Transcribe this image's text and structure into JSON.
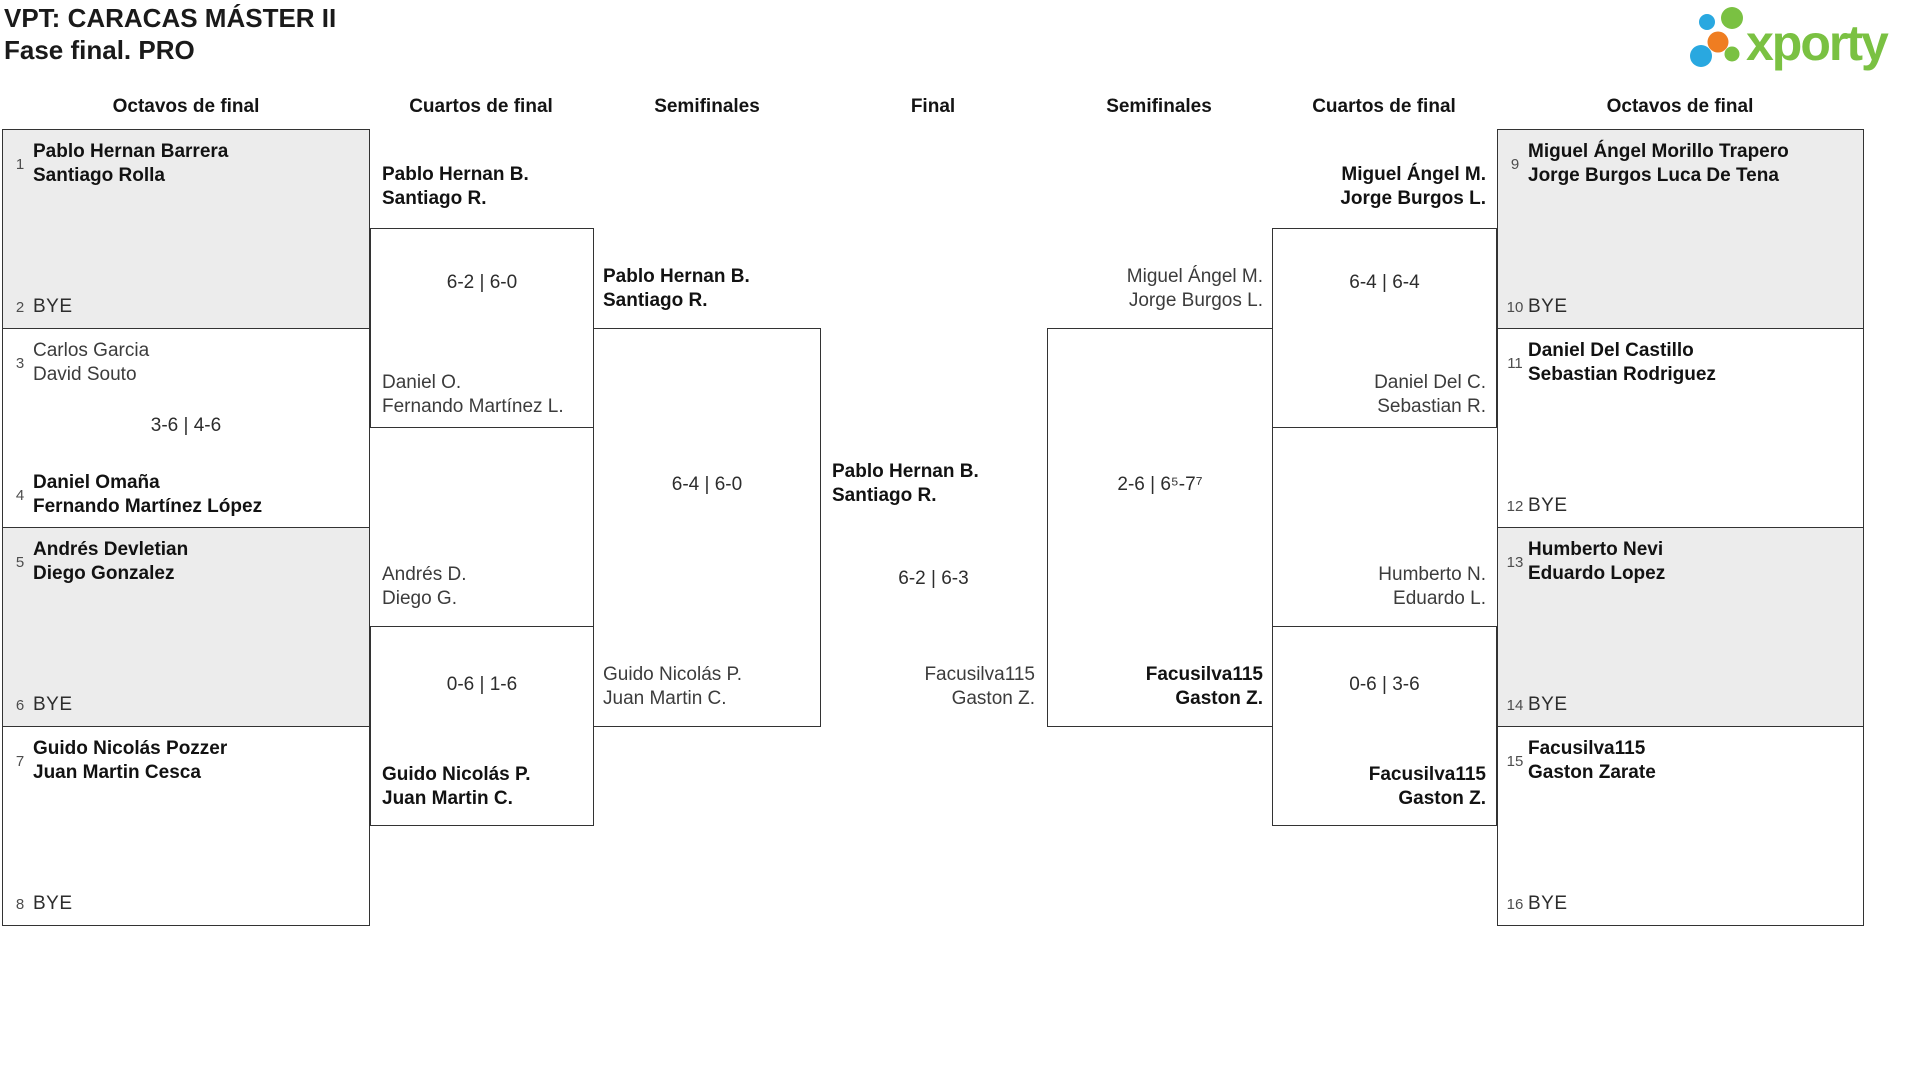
{
  "title": {
    "line1": "VPT: CARACAS MÁSTER II",
    "line2": "Fase final. PRO"
  },
  "brand": {
    "name": "xporty",
    "green": "#7ac142",
    "blue": "#29a8e0",
    "orange": "#ef7d21"
  },
  "headers": {
    "h1": "Octavos de final",
    "h2": "Cuartos de final",
    "h3": "Semifinales",
    "h4": "Final",
    "h5": "Semifinales",
    "h6": "Cuartos de final",
    "h7": "Octavos de final"
  },
  "octavos_left": {
    "s1": {
      "seed": "1",
      "n1": "Pablo Hernan Barrera",
      "n2": "Santiago Rolla"
    },
    "s2": {
      "seed": "2",
      "bye": "BYE"
    },
    "s3": {
      "seed": "3",
      "n1": "Carlos Garcia",
      "n2": "David Souto"
    },
    "s4": {
      "seed": "4",
      "n1": "Daniel Omaña",
      "n2": "Fernando Martínez López"
    },
    "s5": {
      "seed": "5",
      "n1": "Andrés Devletian",
      "n2": "Diego Gonzalez"
    },
    "s6": {
      "seed": "6",
      "bye": "BYE"
    },
    "s7": {
      "seed": "7",
      "n1": "Guido Nicolás Pozzer",
      "n2": "Juan Martin Cesca"
    },
    "s8": {
      "seed": "8",
      "bye": "BYE"
    },
    "score_m2": "3-6 | 4-6"
  },
  "cuartos_left": {
    "m1": {
      "t1n1": "Pablo Hernan B.",
      "t1n2": "Santiago R.",
      "score": "6-2 | 6-0",
      "t2n1": "Daniel O.",
      "t2n2": "Fernando Martínez L."
    },
    "m2": {
      "t1n1": "Andrés D.",
      "t1n2": "Diego G.",
      "score": "0-6 | 1-6",
      "t2n1": "Guido Nicolás P.",
      "t2n2": "Juan Martin C."
    }
  },
  "semi_left": {
    "t1n1": "Pablo Hernan B.",
    "t1n2": "Santiago R.",
    "score": "6-4 | 6-0",
    "t2n1": "Guido Nicolás P.",
    "t2n2": "Juan Martin C."
  },
  "final": {
    "t1n1": "Pablo Hernan B.",
    "t1n2": "Santiago R.",
    "score": "6-2 | 6-3",
    "t2n1": "Facusilva115",
    "t2n2": "Gaston Z."
  },
  "semi_right": {
    "t1n1": "Miguel Ángel M.",
    "t1n2": "Jorge Burgos L.",
    "score": "2-6 | 6⁵-7⁷",
    "t2n1": "Facusilva115",
    "t2n2": "Gaston Z."
  },
  "cuartos_right": {
    "m1": {
      "t1n1": "Miguel Ángel M.",
      "t1n2": "Jorge Burgos L.",
      "score": "6-4 | 6-4",
      "t2n1": "Daniel Del C.",
      "t2n2": "Sebastian R."
    },
    "m2": {
      "t1n1": "Humberto N.",
      "t1n2": "Eduardo L.",
      "score": "0-6 | 3-6",
      "t2n1": "Facusilva115",
      "t2n2": "Gaston Z."
    }
  },
  "octavos_right": {
    "s9": {
      "seed": "9",
      "n1": "Miguel Ángel Morillo Trapero",
      "n2": "Jorge Burgos Luca De Tena"
    },
    "s10": {
      "seed": "10",
      "bye": "BYE"
    },
    "s11": {
      "seed": "11",
      "n1": "Daniel Del Castillo",
      "n2": "Sebastian Rodriguez"
    },
    "s12": {
      "seed": "12",
      "bye": "BYE"
    },
    "s13": {
      "seed": "13",
      "n1": "Humberto Nevi",
      "n2": "Eduardo Lopez"
    },
    "s14": {
      "seed": "14",
      "bye": "BYE"
    },
    "s15": {
      "seed": "15",
      "n1": "Facusilva115",
      "n2": "Gaston Zarate"
    },
    "s16": {
      "seed": "16",
      "bye": "BYE"
    }
  }
}
